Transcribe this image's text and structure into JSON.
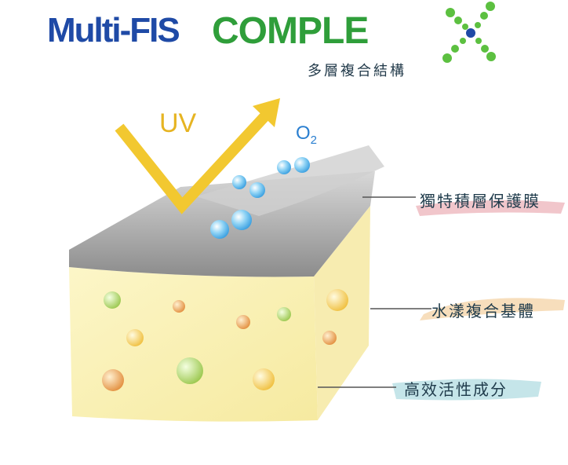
{
  "logo": {
    "part1": "Multi-FIS",
    "part2": "COMPLE",
    "part3": "X",
    "subtitle": "多層複合結構"
  },
  "diagram": {
    "uv_label": "UV",
    "o2_label": "O",
    "o2_sub": "2"
  },
  "labels": [
    {
      "text": "獨特積層保護膜",
      "brush_color": "#e8a0a8"
    },
    {
      "text": "水漾複合基體",
      "brush_color": "#f2c890"
    },
    {
      "text": "高效活性成分",
      "brush_color": "#9fd3da"
    }
  ],
  "colors": {
    "blue": "#1f4aa6",
    "green": "#2f9e3a",
    "uv": "#e6b422",
    "base": "#fbf2b8",
    "film": "#a8a8a8"
  }
}
